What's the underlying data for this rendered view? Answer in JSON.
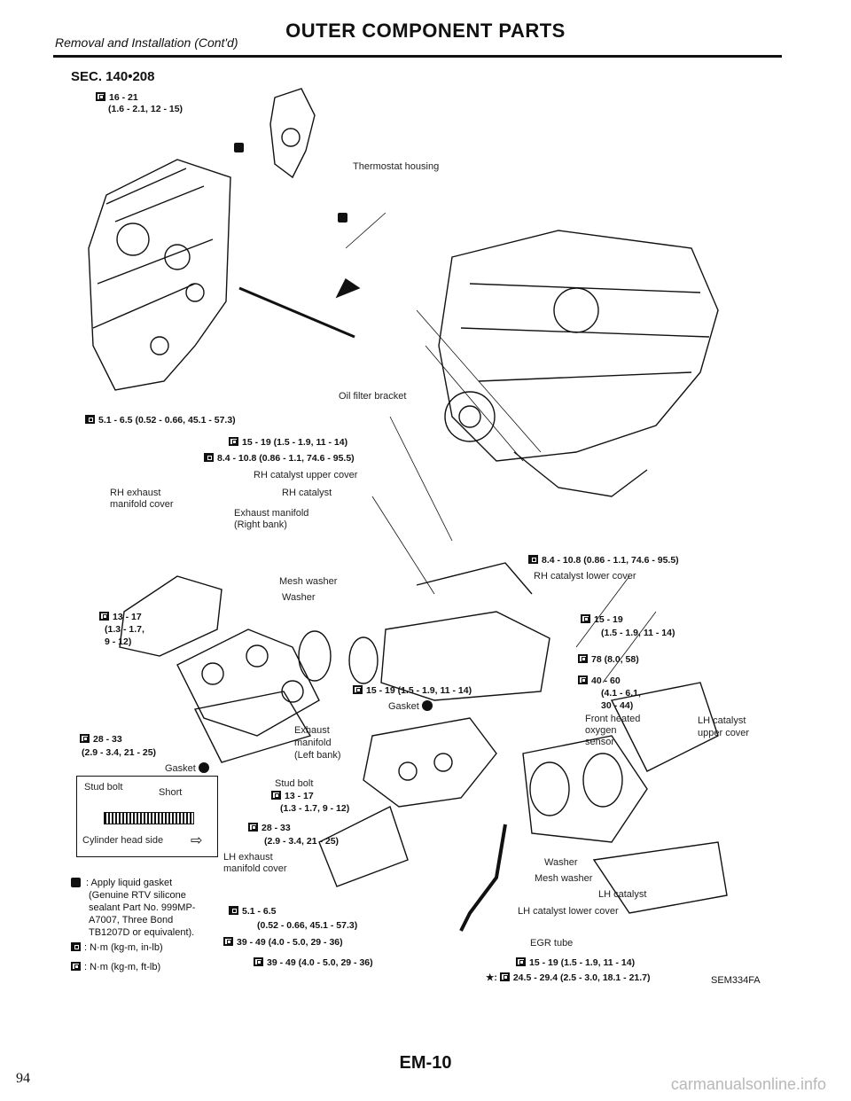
{
  "header": {
    "title": "OUTER COMPONENT PARTS",
    "subtitle": "Removal and Installation (Cont'd)"
  },
  "section": "SEC. 140•208",
  "labels": {
    "thermostat_housing": "Thermostat housing",
    "oil_filter_bracket": "Oil filter bracket",
    "rh_exhaust_manifold_cover_1": "RH exhaust",
    "rh_exhaust_manifold_cover_2": "manifold cover",
    "rh_catalyst": "RH catalyst",
    "rh_catalyst_upper_cover": "RH catalyst upper cover",
    "exhaust_manifold_right_1": "Exhaust manifold",
    "exhaust_manifold_right_2": "(Right bank)",
    "mesh_washer": "Mesh washer",
    "washer": "Washer",
    "rh_catalyst_lower_cover": "RH catalyst lower cover",
    "gasket_1": "Gasket",
    "gasket_2": "Gasket",
    "exhaust_manifold_left_1": "Exhaust",
    "exhaust_manifold_left_2": "manifold",
    "exhaust_manifold_left_3": "(Left bank)",
    "front_heated_oxygen_sensor_1": "Front heated",
    "front_heated_oxygen_sensor_2": "oxygen",
    "front_heated_oxygen_sensor_3": "sensor",
    "lh_catalyst_upper_cover_1": "LH catalyst",
    "lh_catalyst_upper_cover_2": "upper cover",
    "stud_bolt": "Stud bolt",
    "lh_exhaust_manifold_cover_1": "LH exhaust",
    "lh_exhaust_manifold_cover_2": "manifold cover",
    "washer_2": "Washer",
    "mesh_washer_2": "Mesh washer",
    "lh_catalyst": "LH catalyst",
    "lh_catalyst_lower_cover": "LH catalyst lower cover",
    "egr_tube": "EGR tube"
  },
  "torques": {
    "t1a": "16 - 21",
    "t1b": "(1.6 - 2.1, 12 - 15)",
    "t2": "5.1 - 6.5 (0.52 - 0.66, 45.1 - 57.3)",
    "t3": "15 - 19 (1.5 - 1.9, 11 - 14)",
    "t4": "8.4 - 10.8 (0.86 - 1.1, 74.6 - 95.5)",
    "t5": "8.4 - 10.8 (0.86 - 1.1, 74.6 - 95.5)",
    "t6a": "13 - 17",
    "t6b": "(1.3 - 1.7,",
    "t6c": "9 - 12)",
    "t7a": "15 - 19",
    "t7b": "(1.5 - 1.9, 11 - 14)",
    "t8": "78 (8.0, 58)",
    "t9": "15 - 19 (1.5 - 1.9, 11 - 14)",
    "t10a": "40 - 60",
    "t10b": "(4.1 - 6.1,",
    "t10c": "30 - 44)",
    "t11a": "28 - 33",
    "t11b": "(2.9 - 3.4, 21 - 25)",
    "t12a": "13 - 17",
    "t12b": "(1.3 - 1.7, 9 - 12)",
    "t13a": "28 - 33",
    "t13b": "(2.9 - 3.4, 21 - 25)",
    "t14a": "5.1 - 6.5",
    "t14b": "(0.52 - 0.66, 45.1 - 57.3)",
    "t15": "39 - 49 (4.0 - 5.0, 29 - 36)",
    "t16": "39 - 49 (4.0 - 5.0, 29 - 36)",
    "t17": "15 - 19 (1.5 - 1.9, 11 - 14)",
    "t18": "24.5 - 29.4 (2.5 - 3.0, 18.1 - 21.7)"
  },
  "stud_box": {
    "stud_bolt": "Stud bolt",
    "short": "Short",
    "cylinder_head_side": "Cylinder head side"
  },
  "legend": {
    "l1": ": Apply liquid gasket",
    "l2": "(Genuine RTV silicone",
    "l3": "sealant Part No. 999MP-",
    "l4": "A7007, Three Bond",
    "l5": "TB1207D or equivalent).",
    "l6": ": N·m (kg-m, in-lb)",
    "l7": ": N·m (kg-m, ft-lb)",
    "star": "★:"
  },
  "figure_id": "SEM334FA",
  "footer": {
    "manual_page": "EM-10",
    "page_number": "94",
    "watermark": "carmanualsonline.info"
  }
}
